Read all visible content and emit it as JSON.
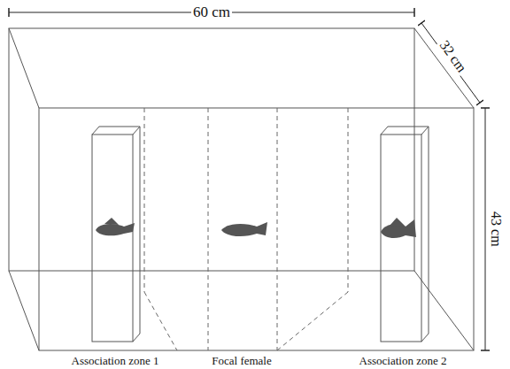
{
  "diagram": {
    "labels": [
      "60 cm",
      "32 cm",
      "43 cm",
      "Association zone 1",
      "Focal female",
      "Association zone 2"
    ]
  }
}
